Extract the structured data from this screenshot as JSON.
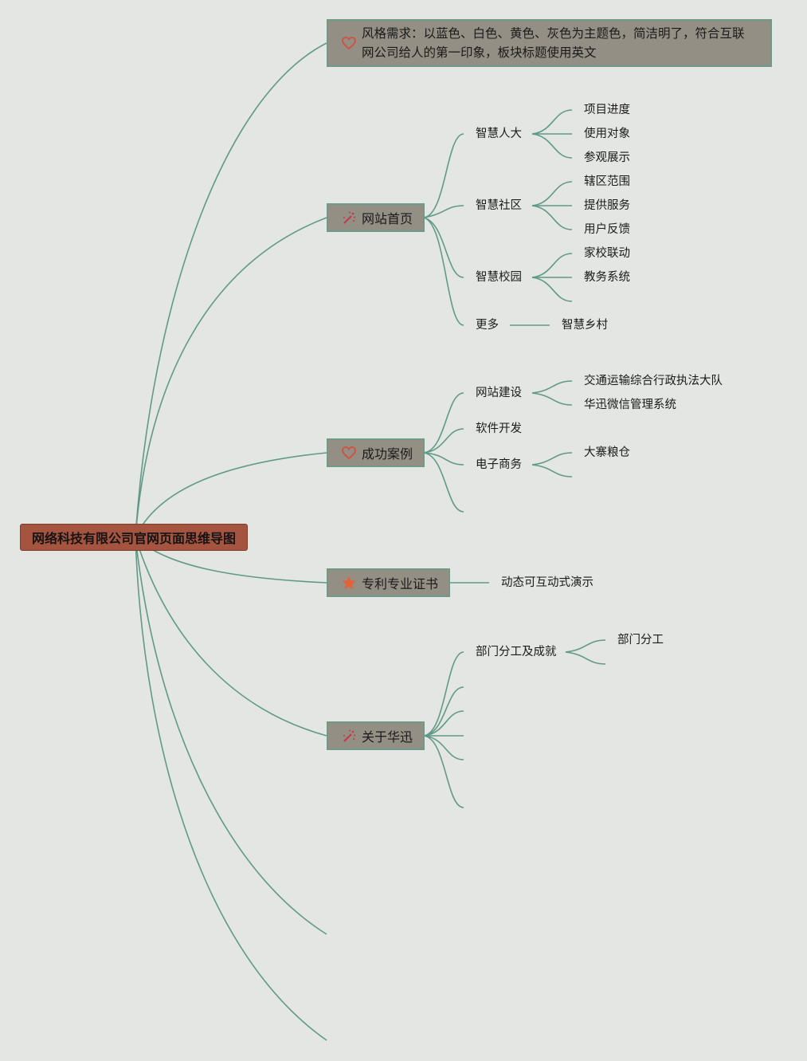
{
  "root": {
    "label": "网络科技有限公司官网页面思维导图"
  },
  "requirement": {
    "icon": "heart-icon",
    "line1": "风格需求：以蓝色、白色、黄色、灰色为主题色，简洁明了，符合互联",
    "line2": "网公司给人的第一印象，板块标题使用英文"
  },
  "branches": [
    {
      "label": "网站首页",
      "icon": "magic-wand-icon",
      "children": [
        {
          "label": "智慧人大",
          "children": [
            "项目进度",
            "使用对象",
            "参观展示"
          ]
        },
        {
          "label": "智慧社区",
          "children": [
            "辖区范围",
            "提供服务",
            "用户反馈"
          ]
        },
        {
          "label": "智慧校园",
          "children": [
            "家校联动",
            "教务系统",
            ""
          ]
        },
        {
          "label": "更多",
          "children": [
            "智慧乡村"
          ]
        }
      ]
    },
    {
      "label": "成功案例",
      "icon": "heart-icon",
      "children": [
        {
          "label": "网站建设",
          "children": [
            "交通运输综合行政执法大队",
            "华迅微信管理系统"
          ]
        },
        {
          "label": "软件开发",
          "children": []
        },
        {
          "label": "电子商务",
          "children": [
            "大寨粮仓",
            ""
          ]
        },
        {
          "label": "",
          "children": []
        }
      ]
    },
    {
      "label": "专利专业证书",
      "icon": "star-icon",
      "children": [
        {
          "label": "动态可互动式演示",
          "children": []
        }
      ]
    },
    {
      "label": "关于华迅",
      "icon": "magic-wand-icon",
      "children": [
        {
          "label": "部门分工及成就",
          "children": [
            "部门分工",
            ""
          ]
        },
        {
          "label": "",
          "children": []
        },
        {
          "label": "",
          "children": []
        },
        {
          "label": "",
          "children": []
        },
        {
          "label": "",
          "children": []
        },
        {
          "label": "",
          "children": []
        }
      ]
    }
  ],
  "colors": {
    "background": "#e4e6e3",
    "connector": "#5f9a88",
    "root_fill": "#a55440",
    "topic_fill": "#938f85",
    "heart": "#d2503c",
    "star": "#e0633a"
  }
}
